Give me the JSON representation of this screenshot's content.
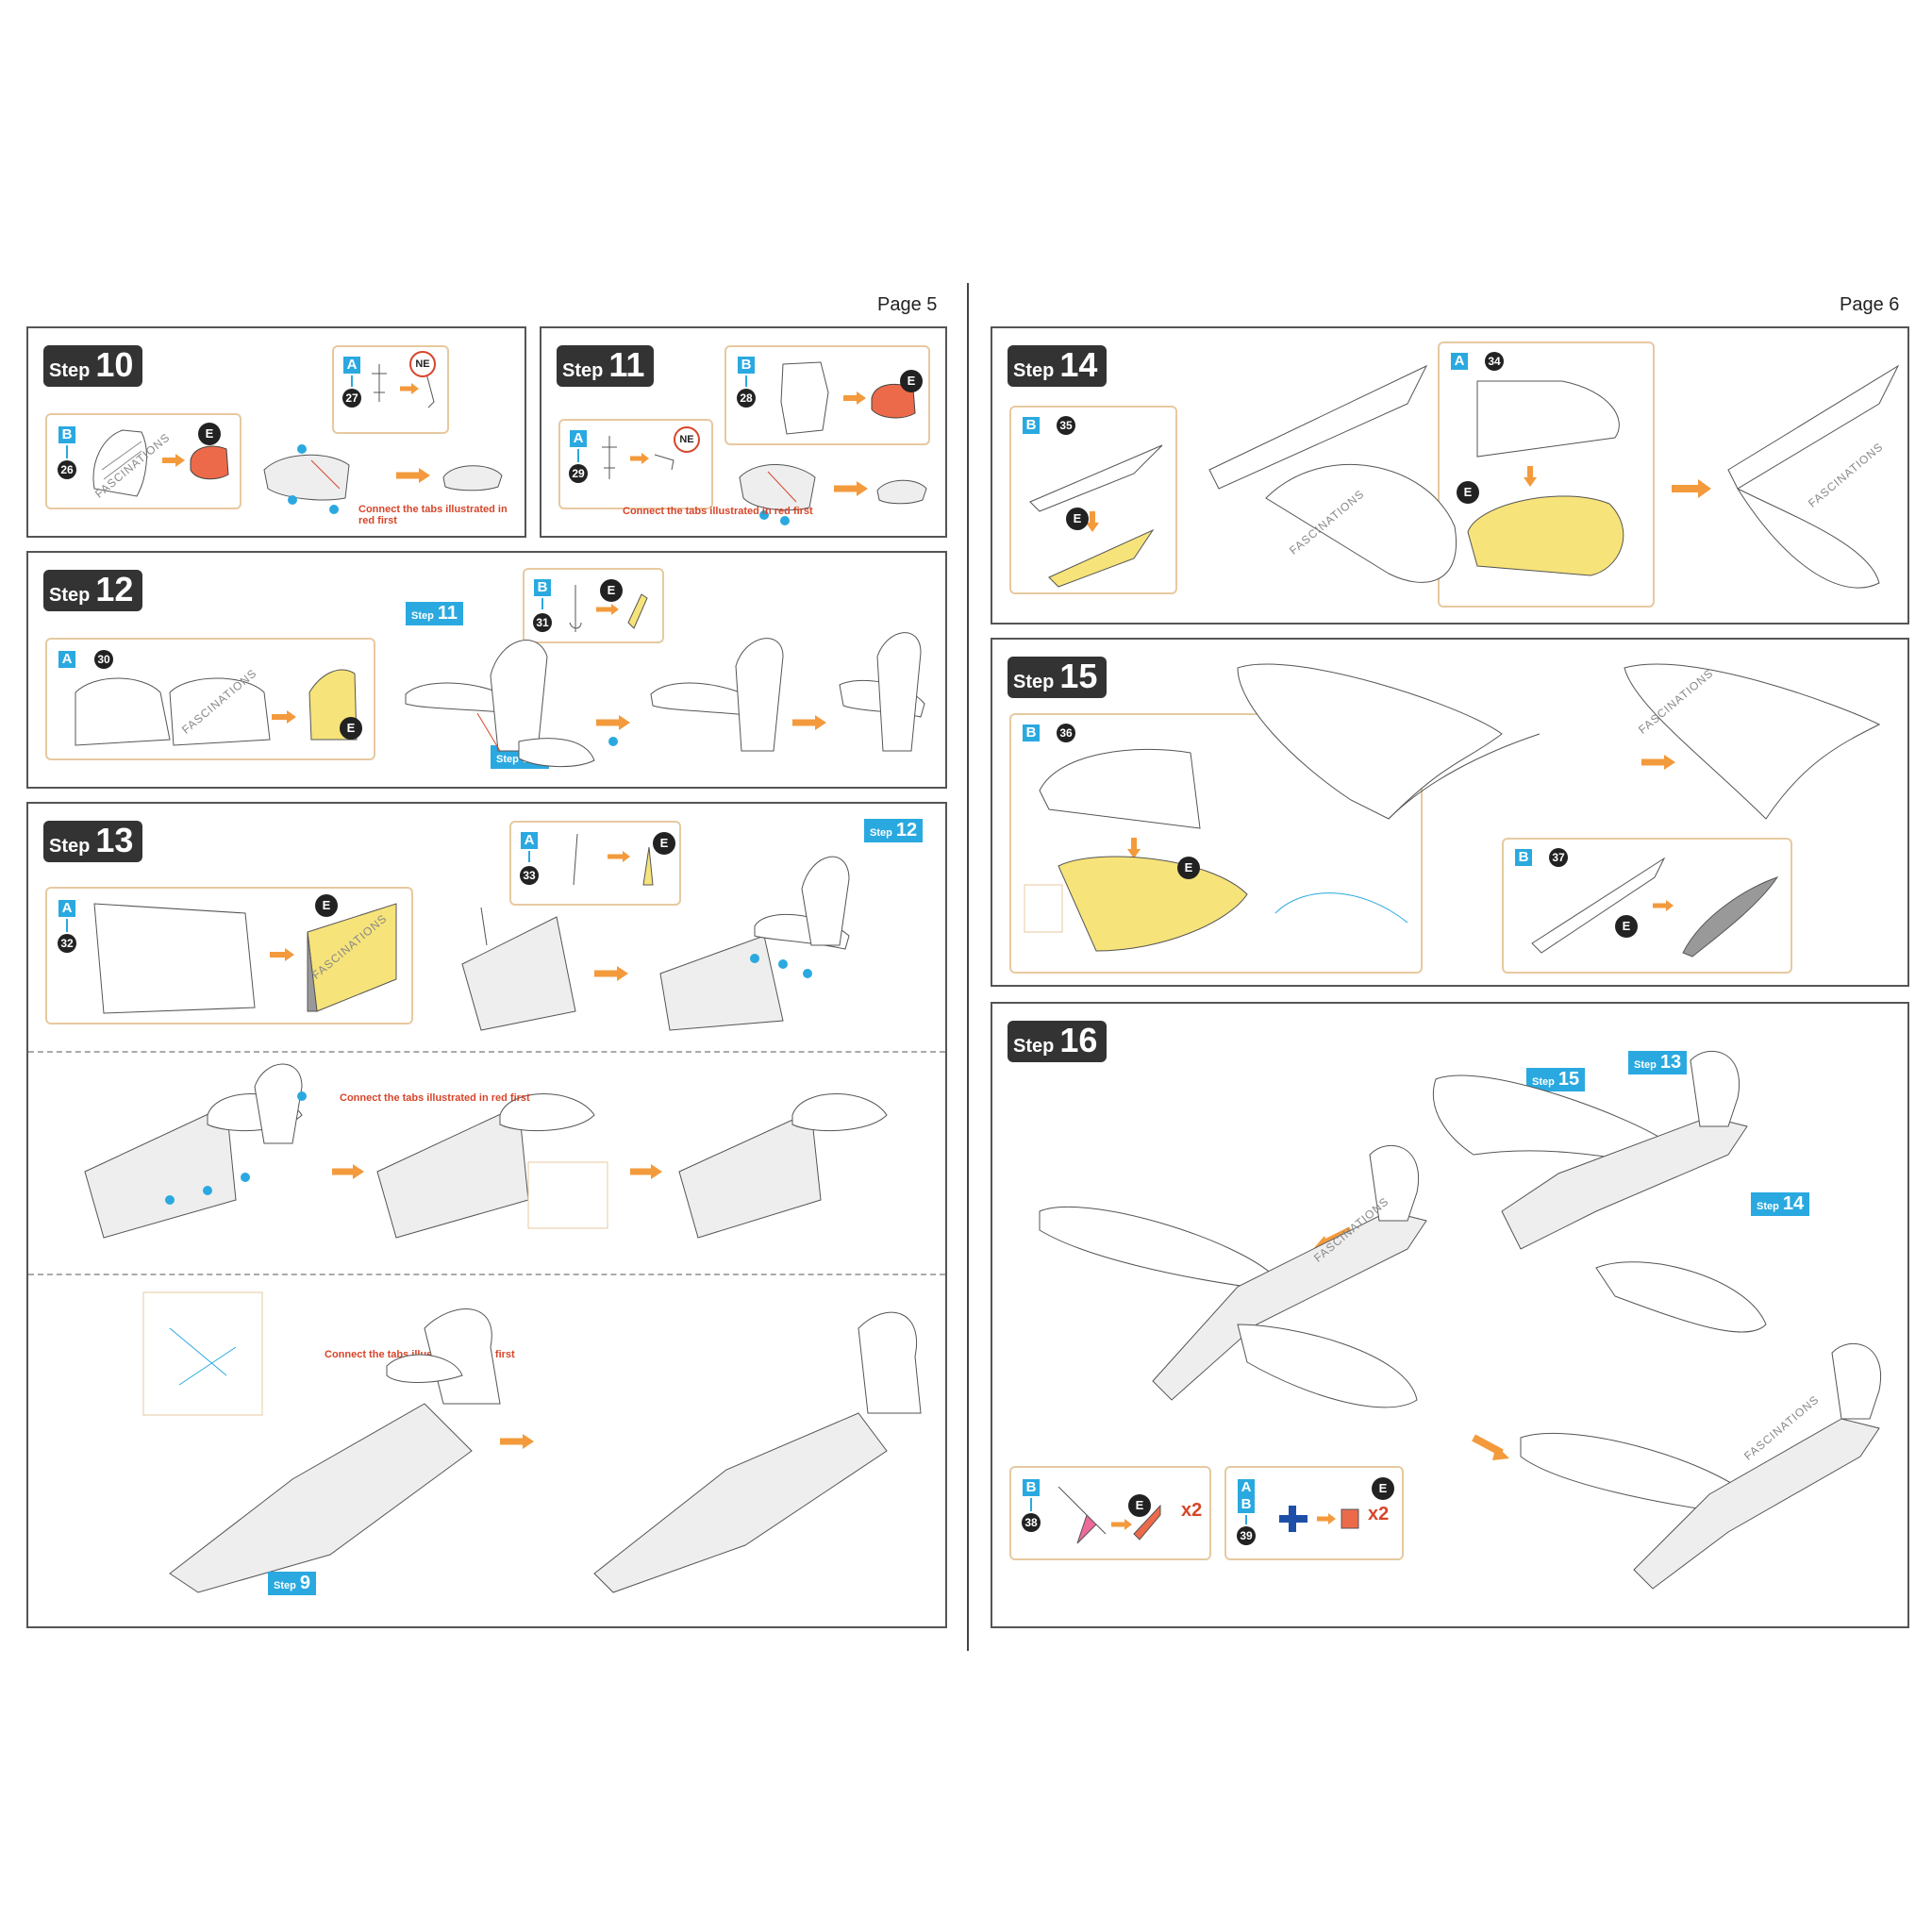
{
  "pages": {
    "left": "Page 5",
    "right": "Page 6"
  },
  "step_word": "Step",
  "watermark": "FASCINATIONS",
  "connect_note": "Connect the tabs illustrated in red first",
  "colors": {
    "accent_blue": "#2aa9e0",
    "highlight_yellow": "#f6e37a",
    "part_orange": "#ec6a4a",
    "arrow_orange": "#f39a3c",
    "note_red": "#d8452a"
  },
  "steps": {
    "s10": {
      "number": "10",
      "parts": [
        {
          "sheet": "B",
          "id": "26"
        },
        {
          "sheet": "A",
          "id": "27"
        }
      ],
      "markers": [
        "E",
        "NE"
      ]
    },
    "s11": {
      "number": "11",
      "parts": [
        {
          "sheet": "B",
          "id": "28"
        },
        {
          "sheet": "A",
          "id": "29"
        }
      ],
      "markers": [
        "E",
        "NE"
      ]
    },
    "s12": {
      "number": "12",
      "parts": [
        {
          "sheet": "A",
          "id": "30"
        },
        {
          "sheet": "B",
          "id": "31"
        }
      ],
      "refs": [
        "11",
        "10"
      ],
      "markers": [
        "E"
      ]
    },
    "s13": {
      "number": "13",
      "parts": [
        {
          "sheet": "A",
          "id": "32"
        },
        {
          "sheet": "A",
          "id": "33"
        }
      ],
      "refs": [
        "12",
        "9"
      ],
      "markers": [
        "E"
      ]
    },
    "s14": {
      "number": "14",
      "parts": [
        {
          "sheet": "B",
          "id": "35"
        },
        {
          "sheet": "A",
          "id": "34"
        }
      ],
      "markers": [
        "E"
      ]
    },
    "s15": {
      "number": "15",
      "parts": [
        {
          "sheet": "B",
          "id": "36"
        },
        {
          "sheet": "B",
          "id": "37"
        }
      ],
      "markers": [
        "E"
      ]
    },
    "s16": {
      "number": "16",
      "parts": [
        {
          "sheet": "B",
          "id": "38"
        },
        {
          "sheet": "A",
          "sheet2": "B",
          "id": "39"
        }
      ],
      "refs": [
        "15",
        "13",
        "14"
      ],
      "markers": [
        "E"
      ],
      "quantity": "x2"
    }
  }
}
